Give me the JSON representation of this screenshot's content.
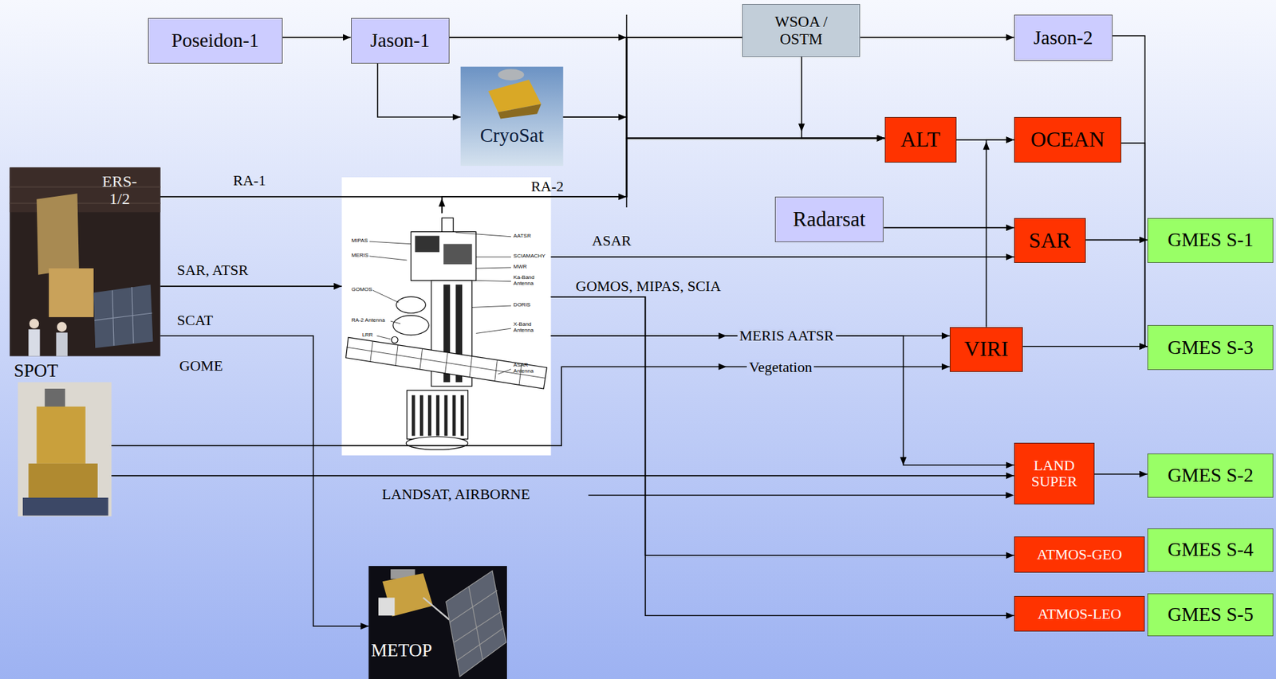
{
  "diagram": {
    "nodes": [
      {
        "text": [
          "Poseidon-1"
        ]
      },
      {
        "text": [
          "Jason-1"
        ]
      },
      {
        "text": [
          "WSOA / OSTM"
        ]
      },
      {
        "text": [
          "Jason-2"
        ]
      },
      {
        "text": [
          "CryoSat"
        ]
      },
      {
        "text": [
          "ALT"
        ]
      },
      {
        "text": [
          "OCEAN"
        ]
      },
      {
        "text": [
          "ERS- 1/2"
        ]
      },
      {
        "text": [
          "MIPAS",
          "MERIS",
          "GOMOS",
          "RA-2 Antenna",
          "LRR",
          "AATSR",
          "SCIAMACHY",
          "MWR",
          "Ka-Band Antenna",
          "DORIS",
          "X-Band Antenna",
          "ASAR Antenna"
        ]
      },
      {
        "text": [
          "Radarsat"
        ]
      },
      {
        "text": [
          "SAR"
        ]
      },
      {
        "text": [
          "GMES S-1"
        ]
      },
      {
        "text": [
          "VIRI"
        ]
      },
      {
        "text": [
          "GMES S-3"
        ]
      },
      {
        "text": [
          "SPOT"
        ]
      },
      {
        "text": [
          "LAND SUPER"
        ]
      },
      {
        "text": [
          "GMES S-2"
        ]
      },
      {
        "text": [
          "ATMOS-GEO"
        ]
      },
      {
        "text": [
          "GMES S-4"
        ]
      },
      {
        "text": [
          "ATMOS-LEO"
        ]
      },
      {
        "text": [
          "GMES S-5"
        ]
      },
      {
        "text": [
          "METOP"
        ]
      }
    ],
    "edges": [
      {
        "from": 0,
        "to": 1,
        "arrow": "to"
      },
      {
        "from": 1,
        "to": 4,
        "arrow": "to"
      },
      {
        "from": 1,
        "to": 2,
        "arrow": "none"
      },
      {
        "from": 1,
        "to": 5,
        "arrow": "to"
      },
      {
        "from": 4,
        "to": 2,
        "arrow": "none"
      },
      {
        "from": 4,
        "to": 5,
        "arrow": "to"
      },
      {
        "from": 7,
        "to": 2,
        "arrow": "none",
        "label": "RA-1"
      },
      {
        "from": 7,
        "to": 5,
        "arrow": "to"
      },
      {
        "from": 8,
        "to": 2,
        "arrow": "none",
        "label": "RA-2"
      },
      {
        "from": 8,
        "to": 5,
        "arrow": "to"
      },
      {
        "from": 2,
        "to": 3,
        "arrow": "to"
      },
      {
        "from": 2,
        "to": 5,
        "arrow": "to"
      },
      {
        "from": 5,
        "to": 6,
        "arrow": "to"
      },
      {
        "from": 12,
        "to": 6,
        "arrow": "to"
      },
      {
        "from": 3,
        "to": 13,
        "arrow": "to"
      },
      {
        "from": 6,
        "to": 13,
        "arrow": "to"
      },
      {
        "from": 9,
        "to": 10,
        "arrow": "to"
      },
      {
        "from": 8,
        "to": 10,
        "arrow": "to",
        "label": "ASAR"
      },
      {
        "from": 10,
        "to": 11,
        "arrow": "to"
      },
      {
        "from": 7,
        "to": 8,
        "arrow": "to",
        "label": "SAR, ATSR"
      },
      {
        "from": 7,
        "to": 21,
        "arrow": "to",
        "label": "SCAT"
      },
      {
        "from": 8,
        "to": 17,
        "arrow": "to",
        "label": "GOMOS, MIPAS, SCIA"
      },
      {
        "from": 8,
        "to": 19,
        "arrow": "to"
      },
      {
        "from": 8,
        "to": 12,
        "arrow": "to",
        "label": "MERIS AATSR"
      },
      {
        "from": 8,
        "to": 15,
        "arrow": "to"
      },
      {
        "from": 14,
        "to": 12,
        "arrow": "to",
        "label": "Vegetation"
      },
      {
        "from": 14,
        "to": 15,
        "arrow": "to"
      },
      {
        "from": 12,
        "to": 13,
        "arrow": "to"
      },
      {
        "from": 15,
        "to": 16,
        "arrow": "to"
      }
    ],
    "labels": [
      "GOME",
      "LANDSAT, AIRBORNE"
    ]
  }
}
